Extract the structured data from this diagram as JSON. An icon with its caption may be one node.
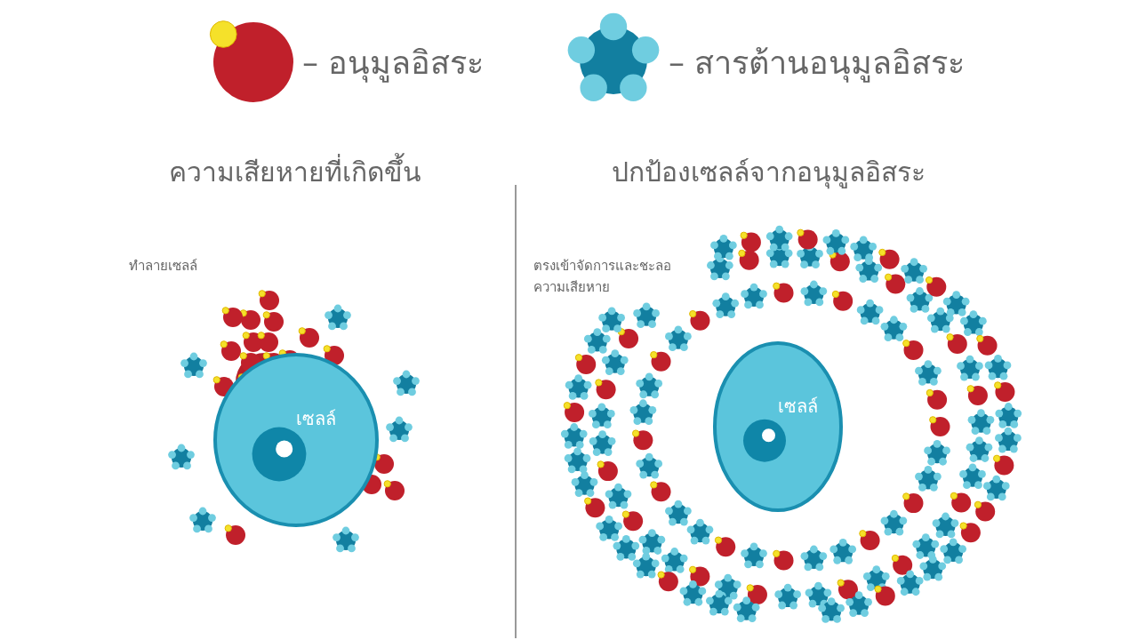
{
  "diagram": {
    "nodes": [
      {
        "text": [
          "เซลล์"
        ]
      },
      {
        "text": [
          "เซลล์"
        ]
      }
    ],
    "labels": [
      "ความเสียหายที่เกิดขึ้น",
      "ปกป้องเซลล์จากอนุมูลอิสระ",
      "ทำลายเซลล์",
      "ตรงเข้าจัดการและชะลอความเสียหาย"
    ],
    "legend": [
      {
        "text": "– อนุมูลอิสระ"
      },
      {
        "text": "– สารต้านอนุมูลอิสระ"
      }
    ]
  }
}
